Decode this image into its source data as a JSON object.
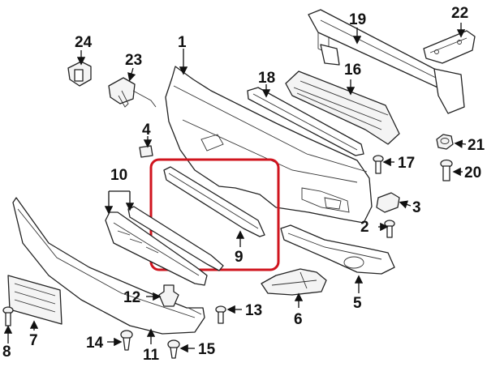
{
  "callouts": {
    "c1": "1",
    "c2": "2",
    "c3": "3",
    "c4": "4",
    "c5": "5",
    "c6": "6",
    "c7": "7",
    "c8": "8",
    "c9": "9",
    "c10": "10",
    "c11": "11",
    "c12": "12",
    "c13": "13",
    "c14": "14",
    "c15": "15",
    "c16": "16",
    "c17": "17",
    "c18": "18",
    "c19": "19",
    "c20": "20",
    "c21": "21",
    "c22": "22",
    "c23": "23",
    "c24": "24"
  },
  "colors": {
    "highlight": "#d0141e",
    "line": "#222222",
    "background": "#ffffff"
  },
  "highlighted_part": "9"
}
